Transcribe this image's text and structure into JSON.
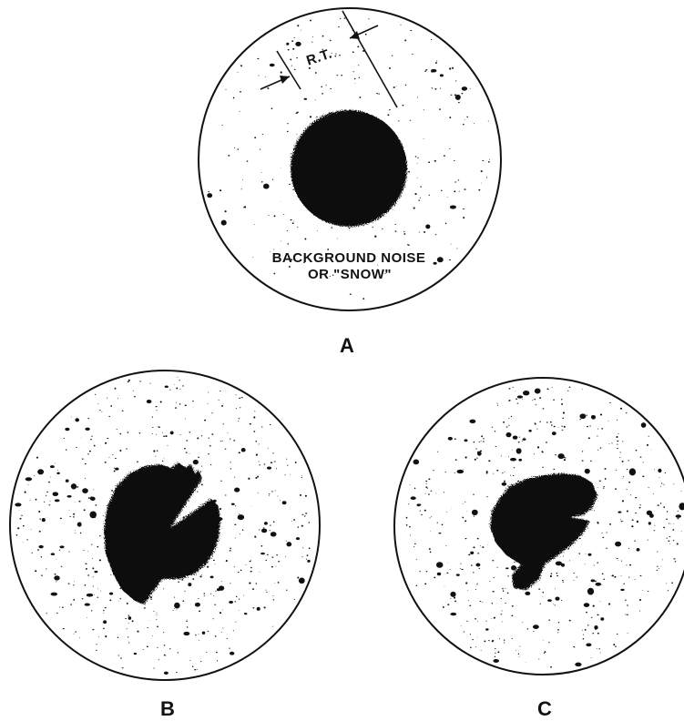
{
  "panels": [
    {
      "id": "A",
      "label": "A"
    },
    {
      "id": "B",
      "label": "B"
    },
    {
      "id": "C",
      "label": "C"
    }
  ],
  "panel_a": {
    "dimension_label": "R.T.",
    "caption_line1": "BACKGROUND NOISE",
    "caption_line2": "OR \"SNOW\""
  },
  "colors": {
    "ink": "#111111",
    "paper": "#ffffff"
  }
}
